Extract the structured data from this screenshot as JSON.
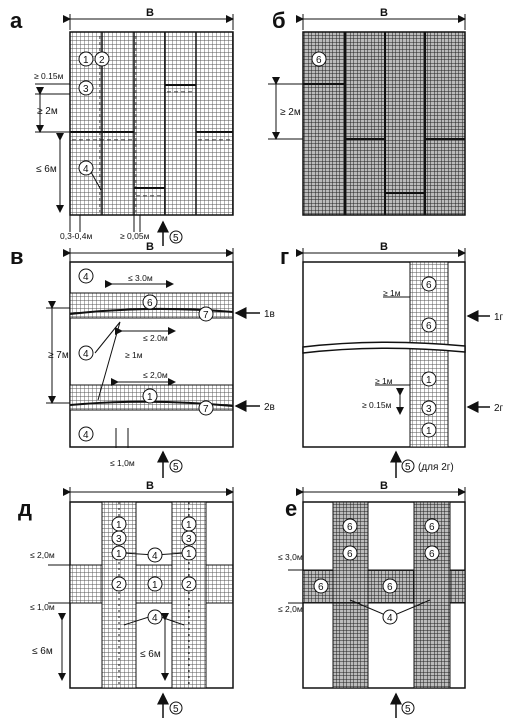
{
  "panels": {
    "a": {
      "letter": "а",
      "width": "B",
      "h1": "≥ 0.15м",
      "h2": "≥ 2м",
      "h3": "≤ 6м",
      "gap1": "0,3-0,4м",
      "gap2": "≥ 0,05м",
      "arrow_num": "5",
      "circles": [
        "1",
        "2",
        "3",
        "4"
      ]
    },
    "b": {
      "letter": "б",
      "width": "B",
      "h1": "≥ 2м",
      "circle": "6"
    },
    "v": {
      "letter": "в",
      "width": "B",
      "d1": "≤ 3.0м",
      "d2": "≤ 2.0м",
      "d3": "≤ 2,0м",
      "h1": "≥ 7м",
      "h2": "≥ 1м",
      "d4": "≤ 1,0м",
      "line1": "1в",
      "line2": "2в",
      "arrow_num": "5",
      "circles": [
        "4",
        "6",
        "7",
        "4",
        "1",
        "7",
        "4"
      ]
    },
    "g": {
      "letter": "г",
      "width": "B",
      "d1": "≥ 1м",
      "d2": "≥ 1м",
      "d3": "≥ 0.15м",
      "line1": "1г",
      "line2": "2г",
      "arrow_num": "5",
      "arrow_note": "(для 2г)",
      "circles": [
        "6",
        "6",
        "1",
        "3",
        "1"
      ]
    },
    "d": {
      "letter": "д",
      "width": "B",
      "d1": "≤ 2,0м",
      "d2": "≤ 1,0м",
      "d3": "≤ 6м",
      "d4": "≤ 6м",
      "arrow_num": "5",
      "circles": [
        "1",
        "1",
        "3",
        "3",
        "1",
        "4",
        "1",
        "2",
        "1",
        "2",
        "4"
      ]
    },
    "e": {
      "letter": "е",
      "width": "B",
      "d1": "≤ 3,0м",
      "d2": "≤ 2,0м",
      "arrow_num": "5",
      "circles": [
        "6",
        "6",
        "6",
        "6",
        "6",
        "6",
        "4"
      ]
    }
  }
}
